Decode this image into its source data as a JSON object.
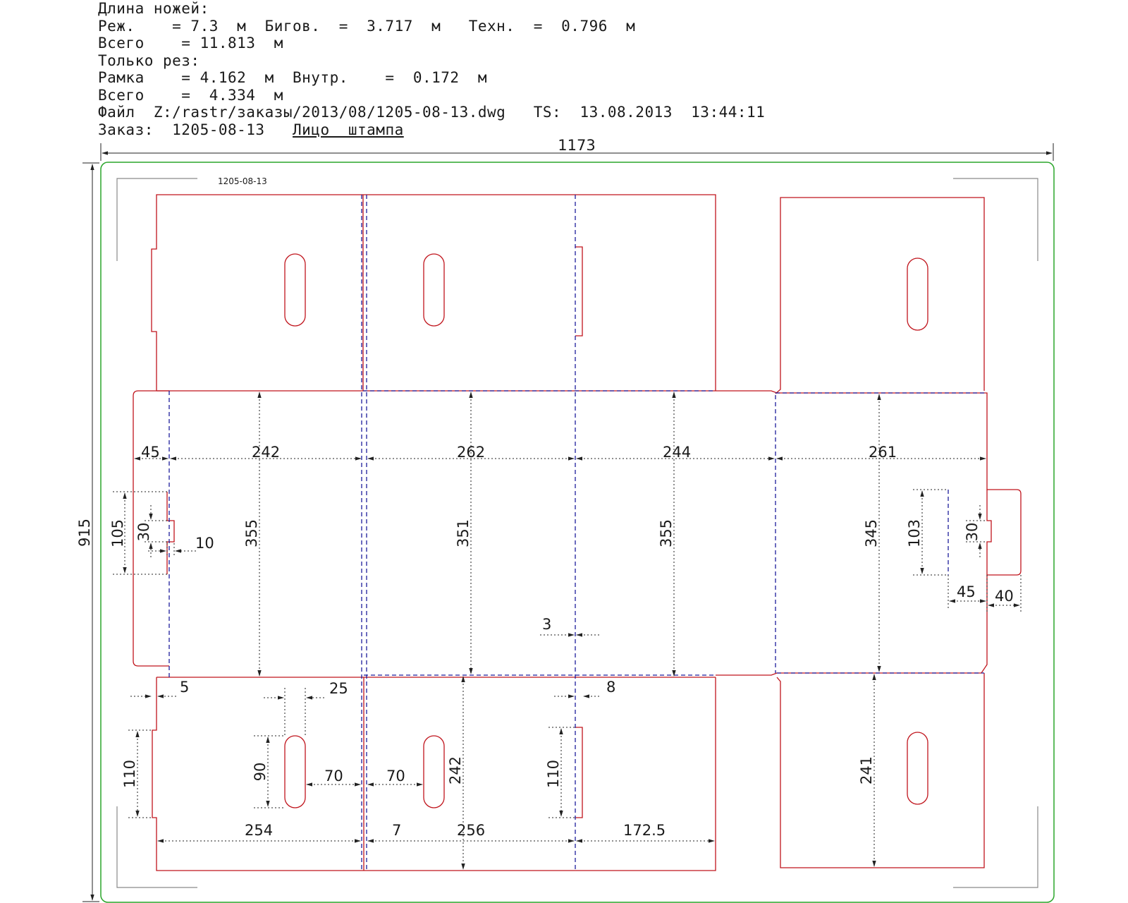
{
  "header": {
    "knife_length_title": "Длина ножей:",
    "knife_totals": "Реж.    = 7.3  м  Бигов.  =  3.717  м   Техн.  =  0.796  м",
    "knife_sum": "Всего    = 11.813  м",
    "cut_only_title": "Только рез:",
    "cut_only_values": "Рамка    = 4.162  м  Внутр.    =  0.172  м",
    "cut_only_sum": "Всего    =  4.334  м",
    "file_info": "Файл  Z:/rastr/заказы/2013/08/1205-08-13.dwg   TS:  13.08.2013  13:44:11",
    "order_label": "Заказ:  1205-08-13   ",
    "face_label": "Лицо  штампа"
  },
  "drawing": {
    "order_tag": "1205-08-13",
    "overall_width": "1173",
    "overall_height": "915",
    "dimensions": {
      "flap_45_left": "45",
      "panel_1_width": "242",
      "panel_2_width": "262",
      "panel_3_width": "244",
      "panel_4_width": "261",
      "panel_1_height": "355",
      "panel_2_height": "351",
      "panel_3_height": "355",
      "panel_4_height": "345",
      "left_tab_height": "105",
      "left_notch_height": "30",
      "left_notch_depth": "10",
      "right_tab_height": "103",
      "right_notch_height": "30",
      "right_flap_45": "45",
      "right_flap_40": "40",
      "gap_3": "3",
      "offset_5": "5",
      "handle_width_25": "25",
      "offset_8": "8",
      "edge_notch_110_left": "110",
      "handle_height_90": "90",
      "handle_offset_70_left": "70",
      "handle_offset_70_right": "70",
      "bottom_flap_height_242": "242",
      "edge_notch_110_right": "110",
      "bottom_flap_height_241": "241",
      "bottom_width_254": "254",
      "gap_7": "7",
      "bottom_width_256": "256",
      "bottom_width_172_5": "172.5"
    }
  },
  "colors": {
    "cut_line": "#c0141c",
    "crease_line": "#1c1c9c",
    "frame_line": "#2aa52a",
    "tech_line": "#8a8a8a",
    "text": "#1a1a1a"
  }
}
